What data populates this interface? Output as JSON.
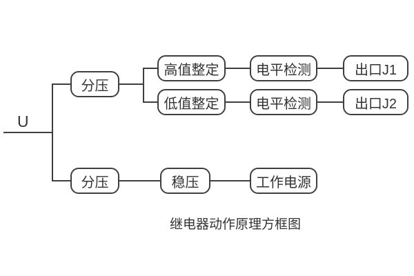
{
  "colors": {
    "line": "#3e3e3e",
    "text": "#333333",
    "background": "#ffffff"
  },
  "diagram": {
    "input_label": "U",
    "caption": "继电器动作原理方框图",
    "boxes": [
      {
        "id": "voltage-divider-top",
        "label": "分压"
      },
      {
        "id": "high-value-setting",
        "label": "高值整定"
      },
      {
        "id": "low-value-setting",
        "label": "低值整定"
      },
      {
        "id": "level-detection-1",
        "label": "电平检测"
      },
      {
        "id": "level-detection-2",
        "label": "电平检测"
      },
      {
        "id": "output-j1",
        "label": "出口J1"
      },
      {
        "id": "output-j2",
        "label": "出口J2"
      },
      {
        "id": "voltage-divider-bottom",
        "label": "分压"
      },
      {
        "id": "voltage-regulation",
        "label": "稳压"
      },
      {
        "id": "working-power",
        "label": "工作电源"
      }
    ]
  }
}
